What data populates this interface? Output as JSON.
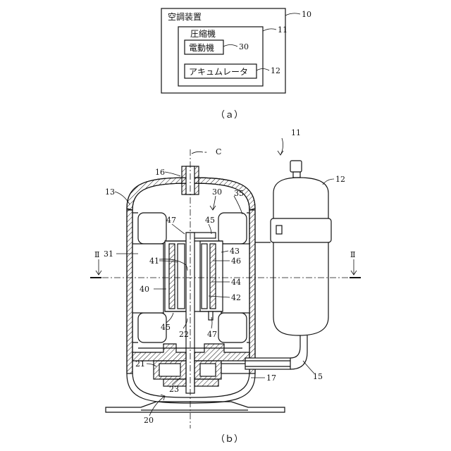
{
  "figure_a": {
    "caption": "（ａ）",
    "system_label": "空調装置",
    "compressor_label": "圧縮機",
    "motor_label": "電動機",
    "accumulator_label": "アキュムレータ",
    "refs": {
      "system": "10",
      "compressor": "11",
      "motor": "30",
      "accumulator": "12"
    }
  },
  "figure_b": {
    "caption": "（ｂ）",
    "axis_label": "C",
    "section_mark": "Ⅱ",
    "refs": {
      "r11": "11",
      "r12": "12",
      "r13": "13",
      "r15": "15",
      "r16": "16",
      "r17": "17",
      "r20": "20",
      "r21": "21",
      "r22": "22",
      "r23": "23",
      "r30": "30",
      "r31": "31",
      "r35": "35",
      "r40": "40",
      "r41": "41",
      "r42": "42",
      "r43": "43",
      "r44": "44",
      "r45a": "45",
      "r45b": "45",
      "r46": "46",
      "r47a": "47",
      "r47b": "47"
    }
  }
}
